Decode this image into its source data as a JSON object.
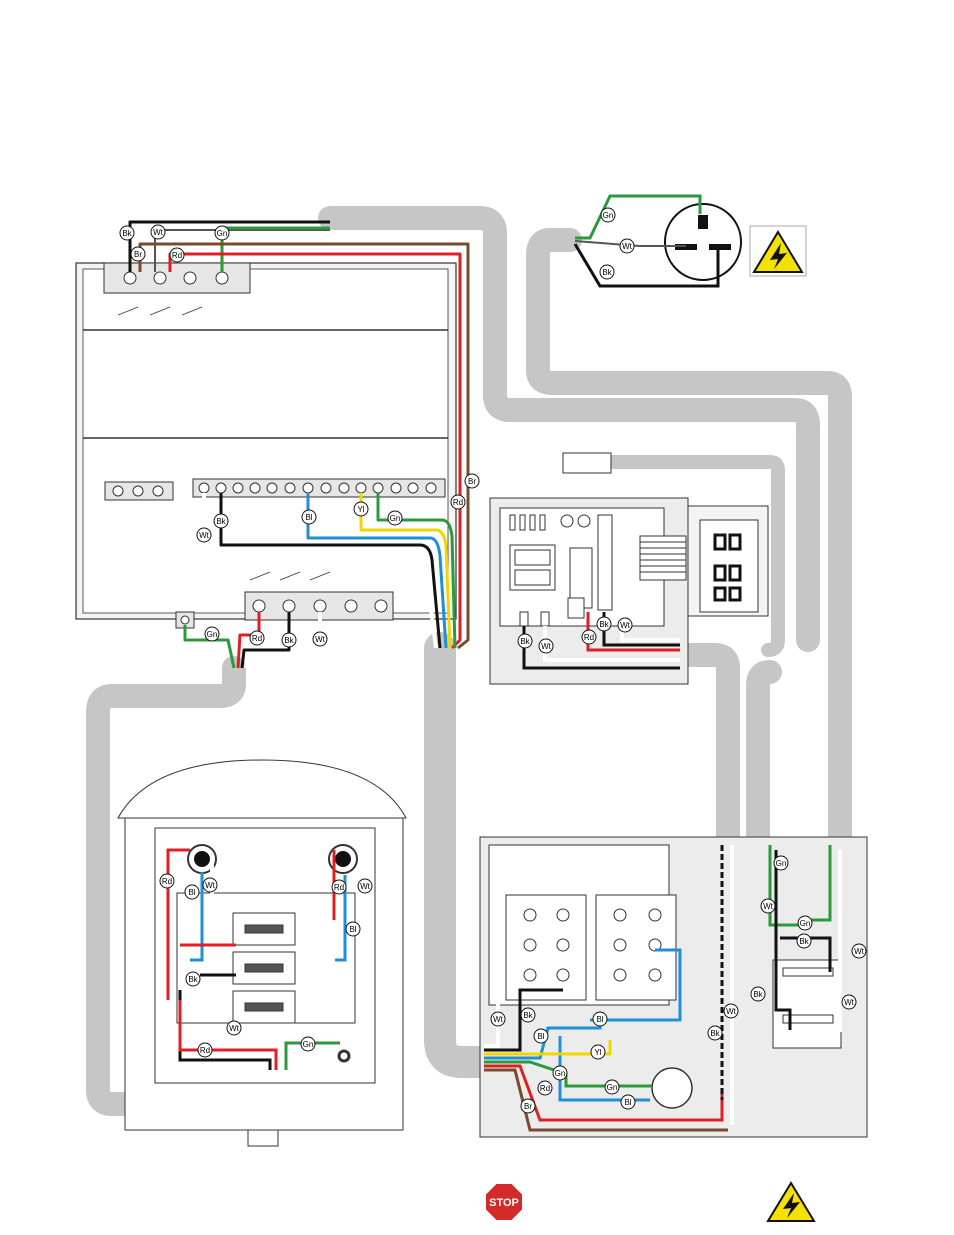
{
  "wire_labels": {
    "bk": "Bk",
    "wt": "Wt",
    "rd": "Rd",
    "gn": "Gn",
    "br": "Br",
    "bl": "Bl",
    "yl": "Yl"
  },
  "stop_sign": {
    "text": "STOP",
    "color": "#d42a2a"
  },
  "warning_sign": {
    "color": "#f5e100",
    "icon": "lightning-bolt-icon"
  },
  "wire_colors": {
    "black": "#111111",
    "white": "#ffffff",
    "red": "#e01e24",
    "green": "#2a9a3c",
    "brown": "#7a4a2e",
    "blue": "#1f8fd6",
    "yellow": "#f2d600",
    "conduit": "#c6c6c6",
    "panel": "#ececec"
  }
}
